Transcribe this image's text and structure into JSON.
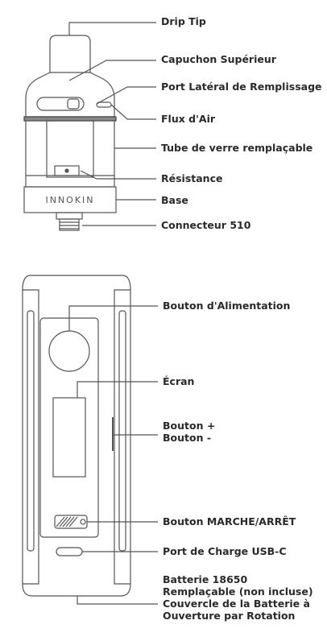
{
  "atomizer": {
    "labels": {
      "drip_tip": "Drip Tip",
      "top_cap": "Capuchon Supérieur",
      "side_fill_port": "Port Latéral de Remplissage",
      "airflow": "Flux d'Air",
      "glass_tube": "Tube de verre remplaçable",
      "coil": "Résistance",
      "base": "Base",
      "connector": "Connecteur 510"
    },
    "brand_text": "INNOKIN"
  },
  "mod": {
    "labels": {
      "power_button": "Bouton d'Alimentation",
      "screen": "Écran",
      "plus_button": "Bouton +",
      "minus_button": "Bouton -",
      "on_off_button": "Bouton MARCHE/ARRÊT",
      "usb_port": "Port de Charge USB-C",
      "battery_line1": "Batterie 18650",
      "battery_line2": "Remplaçable (non incluse)",
      "battery_line3": "Couvercle de la Batterie à",
      "battery_line4": "Ouverture par Rotation"
    }
  },
  "colors": {
    "line": "#555555",
    "text": "#2a2a2a",
    "background": "#ffffff"
  }
}
